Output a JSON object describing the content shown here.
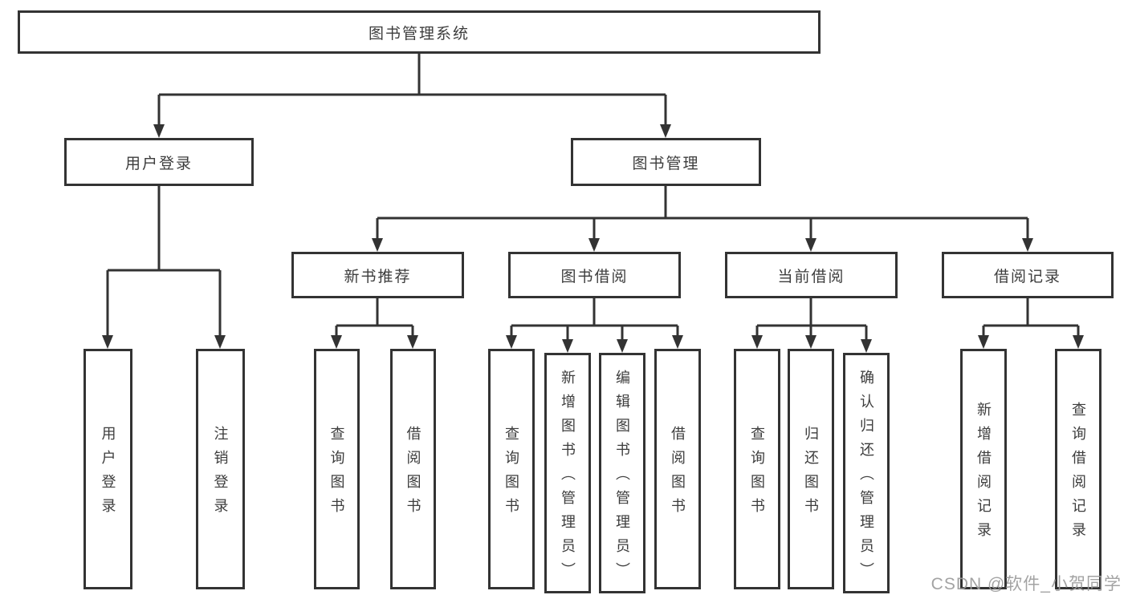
{
  "diagram": {
    "root": {
      "label": "图书管理系统"
    },
    "user_login": {
      "label": "用户登录",
      "children": [
        {
          "label": "用户登录"
        },
        {
          "label": "注销登录"
        }
      ]
    },
    "book_mgmt": {
      "label": "图书管理",
      "sections": [
        {
          "label": "新书推荐",
          "children": [
            {
              "label": "查询图书"
            },
            {
              "label": "借阅图书"
            }
          ]
        },
        {
          "label": "图书借阅",
          "children": [
            {
              "label": "查询图书"
            },
            {
              "label": "新增图书（管理员）"
            },
            {
              "label": "编辑图书（管理员）"
            },
            {
              "label": "借阅图书"
            }
          ]
        },
        {
          "label": "当前借阅",
          "children": [
            {
              "label": "查询图书"
            },
            {
              "label": "归还图书"
            },
            {
              "label": "确认归还（管理员）"
            }
          ]
        },
        {
          "label": "借阅记录",
          "children": [
            {
              "label": "新增借阅记录"
            },
            {
              "label": "查询借阅记录"
            }
          ]
        }
      ]
    },
    "watermark": "CSDN @软件_小贺同学"
  },
  "colors": {
    "line": "#333333",
    "text": "#3d3d3d",
    "watermark": "#9b9b9b",
    "background": "#ffffff"
  }
}
